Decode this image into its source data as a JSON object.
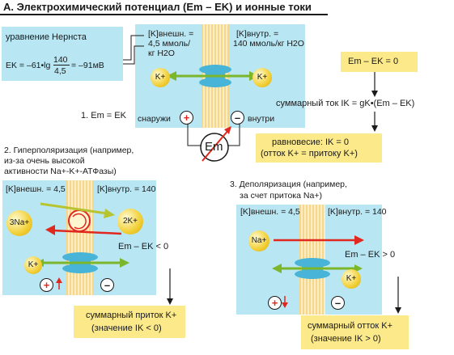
{
  "title": "А. Электрохимический потенциал (Em – EK) и ионные токи",
  "nernst": {
    "label": "уравнение Нернста",
    "lhs": "EK = –61•lg",
    "frac_num": "140",
    "frac_den": "4,5",
    "rhs": "= –91мВ"
  },
  "panel1": {
    "k_out_1": "[K]внешн. =",
    "k_out_2": "4,5 ммоль/",
    "k_out_3": "кг H2O",
    "k_in_1": "[K]внутр. =",
    "k_in_2": "140 ммоль/кг H2O",
    "ion_left": "K+",
    "ion_right": "K+",
    "outside": "снаружи",
    "inside": "внутри",
    "plus": "+",
    "minus": "–",
    "em_label": "Em",
    "numbered": "1. Em = EK"
  },
  "yellow1": "Em – EK = 0",
  "net_current": "суммарный ток  IK = gK•(Em – EK)",
  "equilibrium": {
    "line1": "равновесие: IK = 0",
    "line2": "(отток K+ = притоку K+)"
  },
  "sec2": {
    "heading1": "2. Гиперполяризация (например,",
    "heading2": "из-за очень высокой",
    "heading3": "активности Na+-K+-АТФазы)",
    "k_out": "[K]внешн. = 4,5",
    "k_in": "[K]внутр. = 140",
    "na_ion": "3Na+",
    "k2_ion": "2K+",
    "k_ion": "K+",
    "diff": "Em – EK < 0",
    "result1": "суммарный приток K+",
    "result2": "(значение IK < 0)"
  },
  "sec3": {
    "heading1": "3. Деполяризация (например,",
    "heading2": "за счет притока Na+)",
    "k_out": "[K]внешн. = 4,5",
    "k_in": "[K]внутр. = 140",
    "na_ion": "Na+",
    "k_ion": "K+",
    "diff": "Em – EK > 0",
    "result1": "суммарный отток K+",
    "result2": "(значение IK > 0)"
  },
  "colors": {
    "cyan": "#b9e6f3",
    "yellow": "#fbe98a",
    "arrow_green": "#7bb62b",
    "arrow_red": "#e0281e",
    "channel": "#48b4d8"
  }
}
